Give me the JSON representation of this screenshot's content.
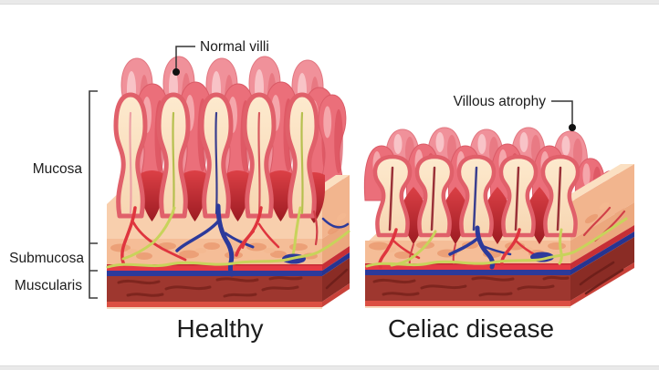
{
  "healthy_panel": {
    "title": "Healthy",
    "callout": "Normal villi"
  },
  "celiac_panel": {
    "title": "Celiac disease",
    "callout": "Villous atrophy"
  },
  "layer_labels": {
    "mucosa": "Mucosa",
    "submucosa": "Submucosa",
    "muscularis": "Muscularis"
  },
  "colors": {
    "villi_pink_light": "#f0919a",
    "villi_red": "#eb6f7a",
    "villi_cream": "#fbe2c4",
    "villus_outline": "#e0606a",
    "crypt_red": "#c5272e",
    "mucosa_face": "#f8cfad",
    "submucosa_band": "#f5bd97",
    "submucosa_oval": "#ea9b71",
    "artery_red": "#df353e",
    "vein_blue": "#2c3a9b",
    "lymph_green": "#c8d35b",
    "band_red": "#e63944",
    "muscularis": "#9e372f",
    "muscularis_line": "#7a231d",
    "base_strip": "#dc4f43",
    "leader_line": "#333333",
    "text": "#1c1c1c",
    "frame_strip": "#e9e9e9"
  }
}
